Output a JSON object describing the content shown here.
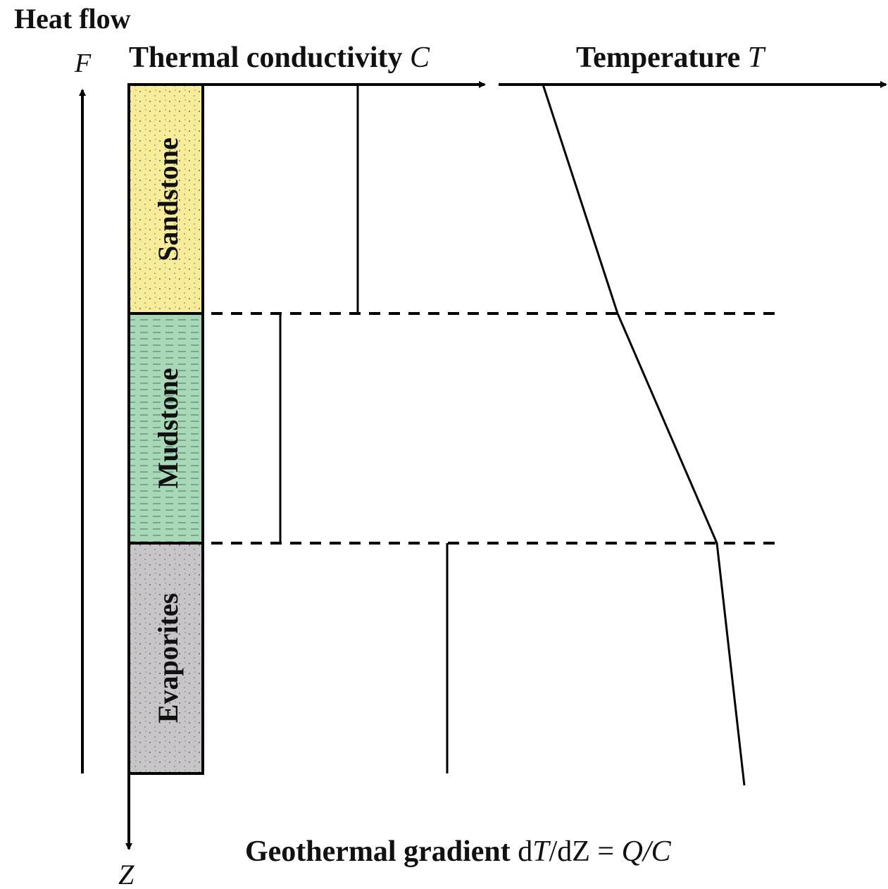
{
  "title": "Heat flow",
  "labels": {
    "heat_flow_symbol": "F",
    "conductivity_text": "Thermal conductivity ",
    "conductivity_symbol": "C",
    "temperature_text": "Temperature ",
    "temperature_symbol": "T",
    "depth_symbol": "Z",
    "gradient_text": "Geothermal gradient ",
    "gradient_formula_d1": "d",
    "gradient_formula_T": "T",
    "gradient_formula_dZ": "/dZ = ",
    "gradient_formula_QC": "Q/C"
  },
  "layers": [
    {
      "name": "Sandstone",
      "color": "#f7ec9a",
      "pattern": "dots"
    },
    {
      "name": "Mudstone",
      "color": "#a8d8b8",
      "pattern": "dashes"
    },
    {
      "name": "Evaporites",
      "color": "#c8c5c8",
      "pattern": "dots"
    }
  ],
  "colors": {
    "ink": "#000000"
  }
}
